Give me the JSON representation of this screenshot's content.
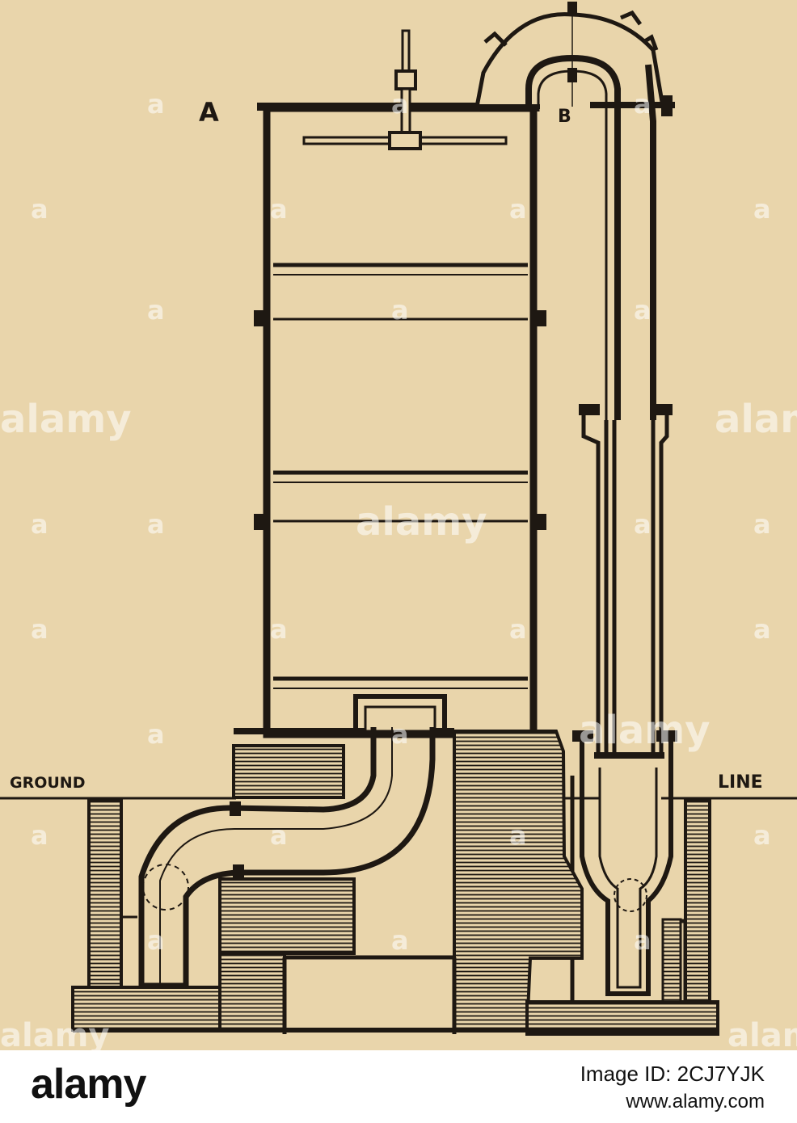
{
  "diagram": {
    "labels": {
      "a": "A",
      "b": "B",
      "ground": "GROUND",
      "line": "LINE"
    }
  },
  "watermark": {
    "text": "alamy",
    "tile": "a"
  },
  "footer": {
    "brand": "alamy",
    "image_id": "Image ID: 2CJ7YJK",
    "url": "www.alamy.com"
  },
  "colors": {
    "paper": "#e9d5ab",
    "ink": "#1e1812",
    "footer_bg": "#ffffff"
  }
}
